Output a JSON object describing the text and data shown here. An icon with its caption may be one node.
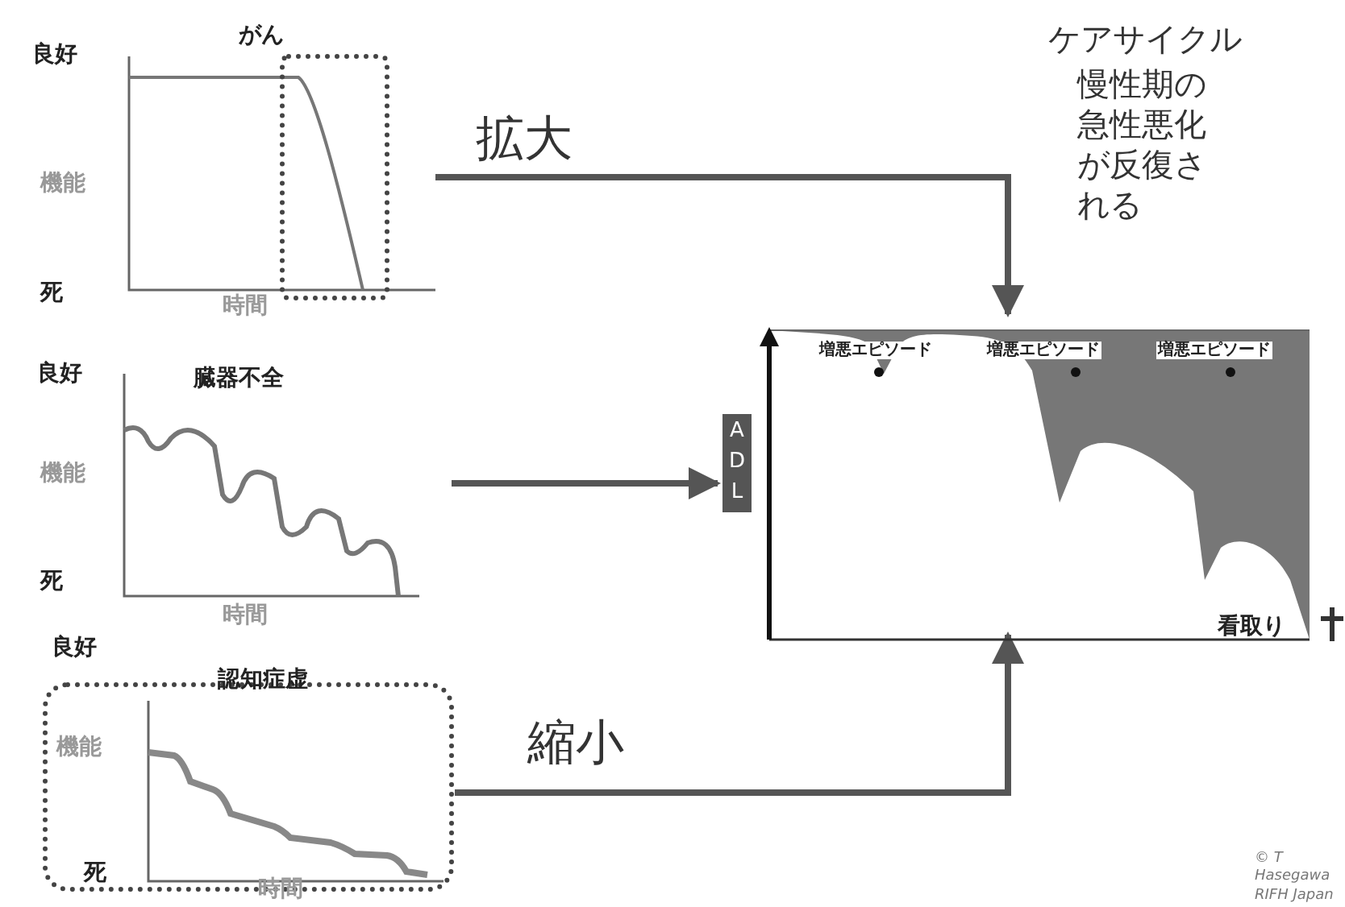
{
  "diagram": {
    "nodes": [
      {
        "text": [
          "良好",
          "がん",
          "機能",
          "死",
          "時間"
        ]
      },
      {
        "text": [
          "良好",
          "臓器不全",
          "機能",
          "死",
          "時間"
        ]
      },
      {
        "text": [
          "良好",
          "認知症虚",
          "機能",
          "死",
          "時間"
        ]
      },
      {
        "text": [
          "ADL",
          "増悪エピソード",
          "増悪エピソード",
          "増悪エピソード",
          "看取り"
        ]
      }
    ],
    "edges": [
      {
        "from": 0,
        "to": 3,
        "arrow": "to",
        "label": "拡大"
      },
      {
        "from": 1,
        "to": 3,
        "arrow": "to"
      },
      {
        "from": 2,
        "to": 3,
        "arrow": "to",
        "label": "縮小"
      }
    ],
    "labels": [
      "ケアサイクル",
      "慢性期の急性悪化が反復される",
      "© T Hasegawa RIFH Japan"
    ]
  }
}
